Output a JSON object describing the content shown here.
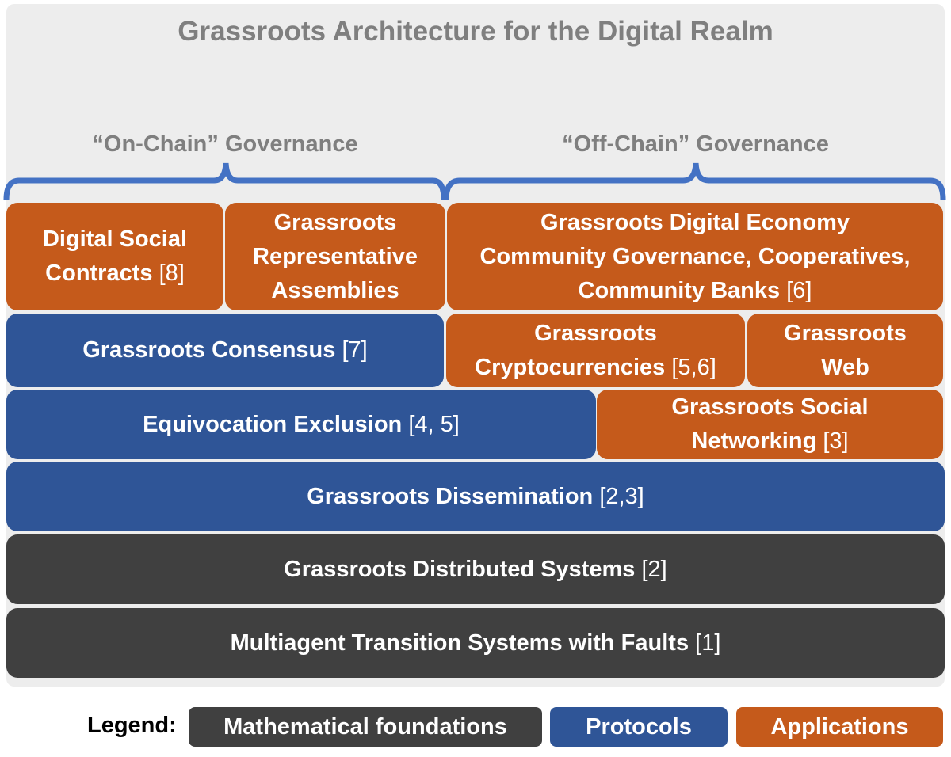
{
  "title": "Grassroots Architecture for the Digital Realm",
  "governance": {
    "on_chain": "“On-Chain” Governance",
    "off_chain": "“Off-Chain” Governance"
  },
  "colors": {
    "applications": "#c55a1b",
    "protocols": "#2f5597",
    "foundations": "#404040",
    "bracket": "#4472c4",
    "title": "#7f7f7f"
  },
  "boxes": {
    "digital_social_contracts": {
      "lines": [
        {
          "text": "Digital Social",
          "ref": ""
        },
        {
          "text": "Contracts ",
          "ref": "[8]"
        }
      ]
    },
    "representative_assemblies": {
      "lines": [
        {
          "text": "Grassroots",
          "ref": ""
        },
        {
          "text": "Representative",
          "ref": ""
        },
        {
          "text": "Assemblies",
          "ref": ""
        }
      ]
    },
    "digital_economy": {
      "lines": [
        {
          "text": "Grassroots Digital Economy",
          "ref": ""
        },
        {
          "text": "Community Governance, Cooperatives,",
          "ref": ""
        },
        {
          "text": "Community Banks ",
          "ref": "[6]"
        }
      ]
    },
    "consensus": {
      "lines": [
        {
          "text": "Grassroots Consensus ",
          "ref": "[7]"
        }
      ]
    },
    "cryptocurrencies": {
      "lines": [
        {
          "text": "Grassroots",
          "ref": ""
        },
        {
          "text": "Cryptocurrencies ",
          "ref": "[5,6]"
        }
      ]
    },
    "web": {
      "lines": [
        {
          "text": "Grassroots",
          "ref": ""
        },
        {
          "text": "Web",
          "ref": ""
        }
      ]
    },
    "equivocation": {
      "lines": [
        {
          "text": "Equivocation Exclusion ",
          "ref": "[4, 5]"
        }
      ]
    },
    "social_networking": {
      "lines": [
        {
          "text": "Grassroots Social",
          "ref": ""
        },
        {
          "text": "Networking ",
          "ref": "[3]"
        }
      ]
    },
    "dissemination": {
      "lines": [
        {
          "text": "Grassroots Dissemination ",
          "ref": "[2,3]"
        }
      ]
    },
    "distributed_systems": {
      "lines": [
        {
          "text": "Grassroots Distributed Systems ",
          "ref": "[2]"
        }
      ]
    },
    "multiagent": {
      "lines": [
        {
          "text": "Multiagent Transition Systems with Faults ",
          "ref": "[1]"
        }
      ]
    }
  },
  "legend": {
    "label": "Legend:",
    "items": [
      "Mathematical foundations",
      "Protocols",
      "Applications"
    ]
  }
}
